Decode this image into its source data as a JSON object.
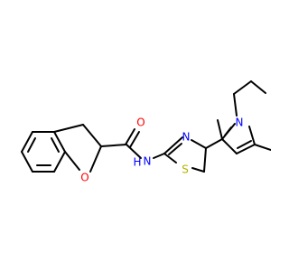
{
  "molecule": {
    "atoms": {
      "o_carbonyl": "O",
      "o_ring": "O",
      "nh": "N",
      "h": "H",
      "n_thiazole": "N",
      "s_thiazole": "S",
      "n_pyrrole": "N"
    },
    "colors": {
      "bond": "#000000",
      "oxygen": "#ff0000",
      "nitrogen": "#0000ff",
      "sulfur": "#b2b200"
    }
  }
}
